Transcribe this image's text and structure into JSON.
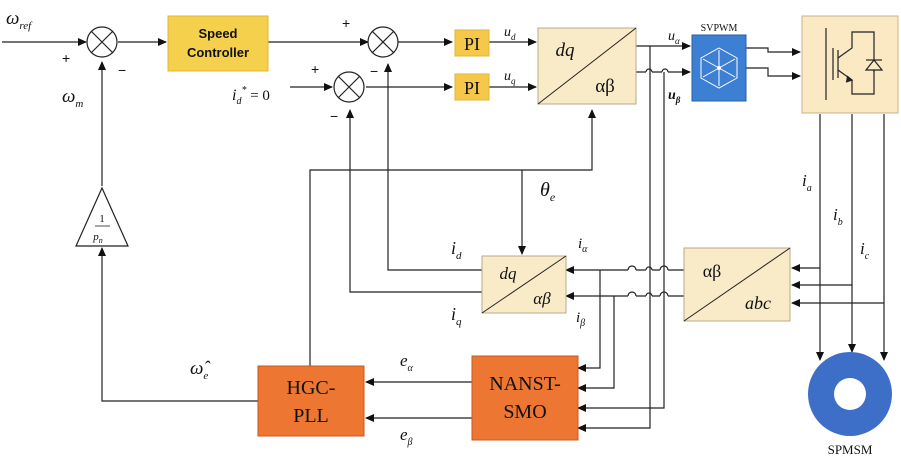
{
  "blocks": {
    "speed_controller": {
      "line1": "Speed",
      "line2": "Controller"
    },
    "pi_d": "PI",
    "pi_q": "PI",
    "dq_to_ab": {
      "top": "dq",
      "bottom": "αβ"
    },
    "svpwm": "SVPWM",
    "ab_to_dq": {
      "top": "dq",
      "bottom": "αβ"
    },
    "ab_abc": {
      "top": "αβ",
      "bottom": "abc"
    },
    "hgc_pll": {
      "line1": "HGC-",
      "line2": "PLL"
    },
    "nanst_smo": {
      "line1": "NANST-",
      "line2": "SMO"
    },
    "gain": {
      "num": "1",
      "den": "p",
      "den_sub": "n"
    },
    "motor": "SPMSM"
  },
  "signals": {
    "omega_ref": {
      "base": "ω",
      "sub": "ref"
    },
    "omega_m": {
      "base": "ω",
      "sub": "m"
    },
    "id_ref": {
      "base": "i",
      "sub": "d",
      "sup": "*",
      "value": " = 0"
    },
    "ud": {
      "base": "u",
      "sub": "d"
    },
    "uq": {
      "base": "u",
      "sub": "q"
    },
    "ualpha": {
      "base": "u",
      "sub": "α"
    },
    "ubeta": {
      "base": "u",
      "sub": "β"
    },
    "theta_e": {
      "base": "θ",
      "sub": "e"
    },
    "id": {
      "base": "i",
      "sub": "d"
    },
    "iq": {
      "base": "i",
      "sub": "q"
    },
    "ialpha": {
      "base": "i",
      "sub": "α"
    },
    "ibeta": {
      "base": "i",
      "sub": "β"
    },
    "ia": {
      "base": "i",
      "sub": "a"
    },
    "ib": {
      "base": "i",
      "sub": "b"
    },
    "ic": {
      "base": "i",
      "sub": "c"
    },
    "ealpha": {
      "base": "e",
      "sub": "α"
    },
    "ebeta": {
      "base": "e",
      "sub": "β"
    },
    "omega_hat": {
      "base": "ω̂",
      "sub": "e"
    }
  },
  "signs": {
    "s1_plus": "+",
    "s1_minus": "−",
    "s2_plus": "+",
    "s2_minus": "−",
    "s3_plus": "+",
    "s3_minus": "−"
  },
  "colors": {
    "speed_block": "#f5d04c",
    "pi_block": "#f5c84c",
    "transform_block": "#faebc8",
    "svpwm_block": "#3d7fd2",
    "inverter_block": "#fbe9c3",
    "observer_block": "#ec7632",
    "motor": "#3d6fc8"
  }
}
